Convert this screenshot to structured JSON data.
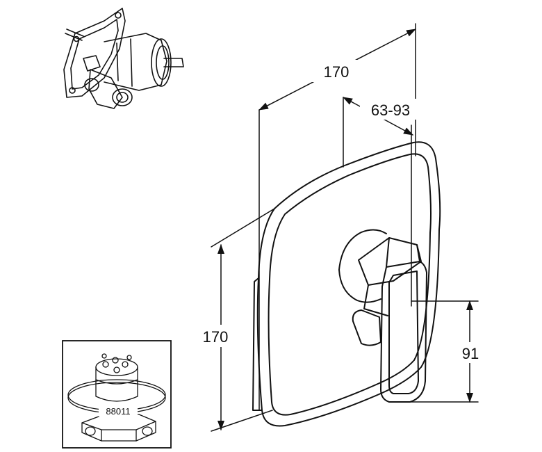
{
  "dimensions": {
    "top_width": "170",
    "offset_range": "63-93",
    "left_height": "170",
    "right_height": "91"
  },
  "inset": {
    "part_number": "88011"
  }
}
